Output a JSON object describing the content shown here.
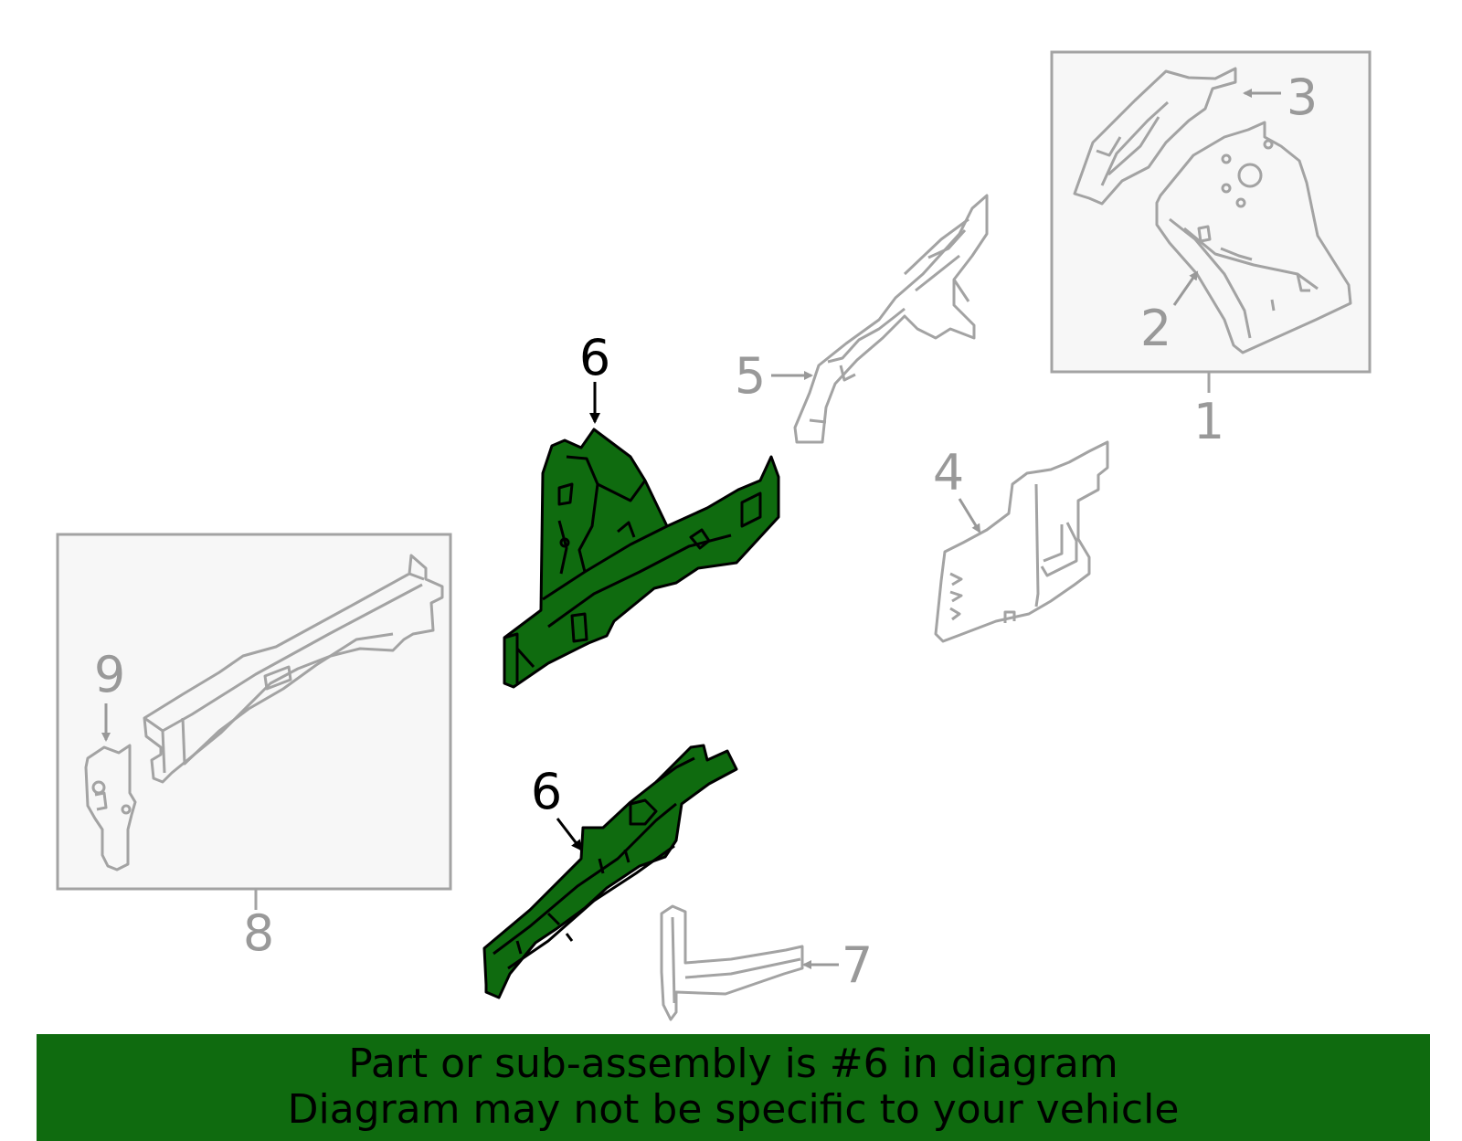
{
  "colors": {
    "highlight_fill": "#0f6b0f",
    "outline_gray": "#a3a3a3",
    "box_fill": "#f7f7f7",
    "banner_bg": "#0f6b0f"
  },
  "callouts": {
    "c1": "1",
    "c2": "2",
    "c3": "3",
    "c4": "4",
    "c5": "5",
    "c6_top": "6",
    "c6_bottom": "6",
    "c7": "7",
    "c8": "8",
    "c9": "9"
  },
  "banner": {
    "line1": "Part or sub-assembly is #6 in diagram",
    "line2": "Diagram may not be specific to your vehicle"
  }
}
